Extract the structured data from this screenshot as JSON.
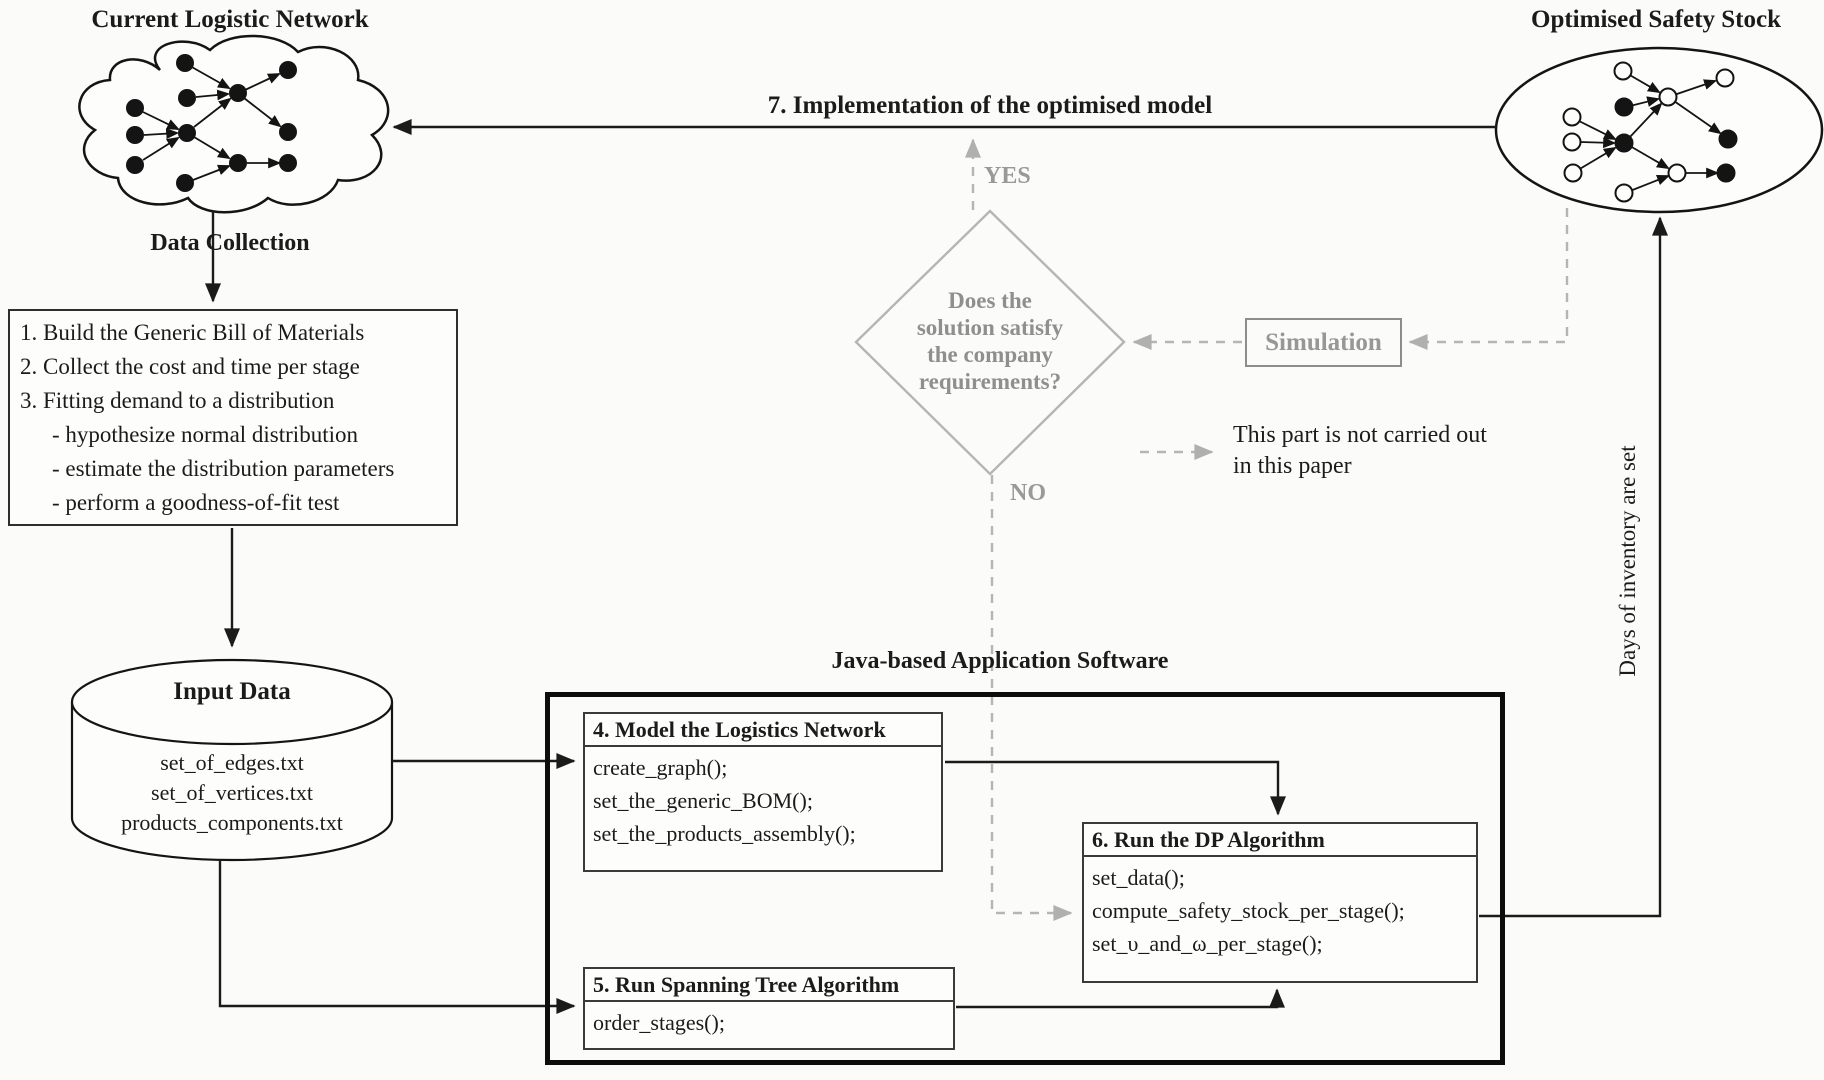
{
  "colors": {
    "ink": "#1b1b1b",
    "gray_line": "#b5b5b5",
    "gray_text": "#999999",
    "background": "#fbfbfa"
  },
  "cloud": {
    "title": "Current Logistic Network"
  },
  "optimised": {
    "title": "Optimised Safety Stock"
  },
  "data_collection": {
    "label": "Data Collection",
    "items": [
      "1. Build the Generic Bill of Materials",
      "2. Collect the cost and time per stage",
      "3. Fitting demand to a distribution",
      "- hypothesize normal distribution",
      "- estimate the distribution parameters",
      "- perform a goodness-of-fit test"
    ]
  },
  "input_data": {
    "title": "Input Data",
    "files": [
      "set_of_edges.txt",
      "set_of_vertices.txt",
      "products_components.txt"
    ]
  },
  "java_software": {
    "title": "Java-based Application Software"
  },
  "box4": {
    "title": "4. Model the Logistics Network",
    "lines": [
      "create_graph();",
      "set_the_generic_BOM();",
      "set_the_products_assembly();"
    ]
  },
  "box5": {
    "title": "5. Run Spanning Tree Algorithm",
    "lines": [
      "order_stages();"
    ]
  },
  "box6": {
    "title": "6. Run the DP Algorithm",
    "lines": [
      "set_data();",
      "compute_safety_stock_per_stage();",
      "set_υ_and_ω_per_stage();"
    ]
  },
  "decision": {
    "lines": [
      "Does the",
      "solution satisfy",
      "the company",
      "requirements?"
    ],
    "yes": "YES",
    "no": "NO"
  },
  "simulation": {
    "label": "Simulation"
  },
  "flow": {
    "implementation": "7. Implementation of the optimised model",
    "days_of_inventory": "Days of inventory are set",
    "legend_note_line1": "This part is not carried out",
    "legend_note_line2": "in this paper"
  }
}
